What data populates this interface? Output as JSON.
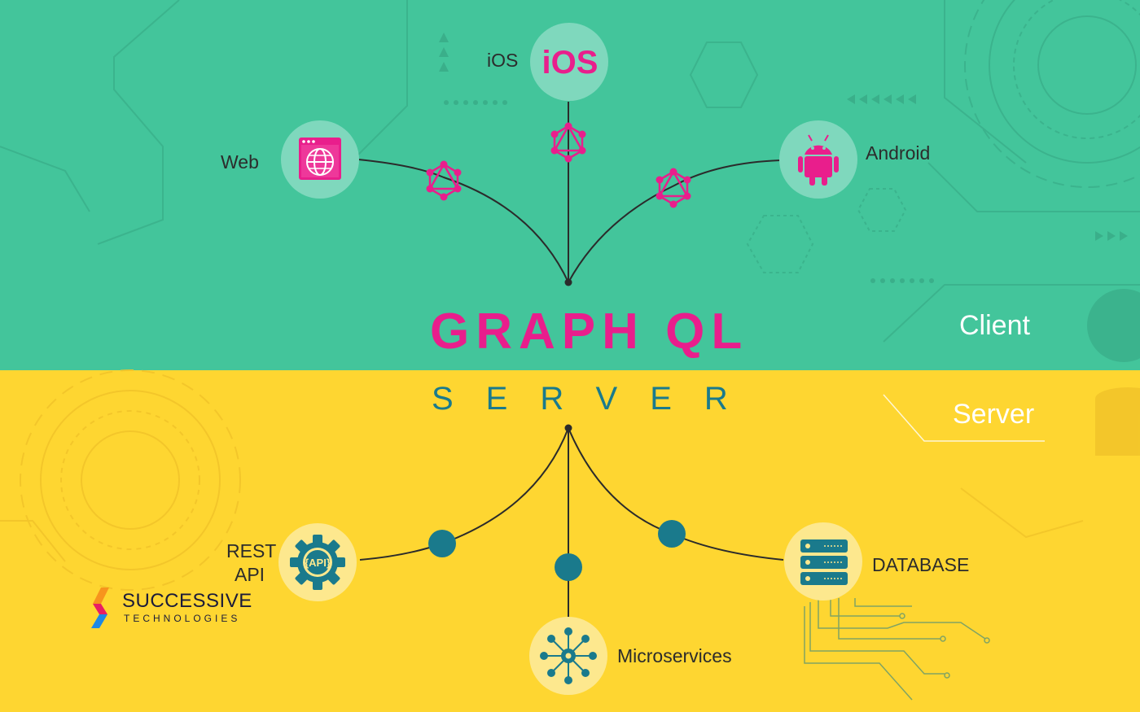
{
  "title": "GRAPH QL",
  "subtitle": "SERVER",
  "sections": {
    "client": "Client",
    "server": "Server"
  },
  "client_nodes": [
    {
      "label": "iOS",
      "icon": "ios-icon",
      "icon_text": "iOS"
    },
    {
      "label": "Web",
      "icon": "web-globe-icon"
    },
    {
      "label": "Android",
      "icon": "android-icon"
    }
  ],
  "server_nodes": [
    {
      "label_line1": "REST",
      "label_line2": "API",
      "icon": "api-gear-icon",
      "icon_text": "{API}"
    },
    {
      "label": "Microservices",
      "icon": "microservices-icon"
    },
    {
      "label": "DATABASE",
      "icon": "database-server-icon"
    }
  ],
  "brand": {
    "name": "SUCCESSIVE",
    "tagline": "TECHNOLOGIES"
  },
  "colors": {
    "client_bg": "#43c59b",
    "server_bg": "#fed631",
    "accent_pink": "#e91e8c",
    "accent_teal": "#1a7a8c",
    "line": "#2b2b2b"
  }
}
